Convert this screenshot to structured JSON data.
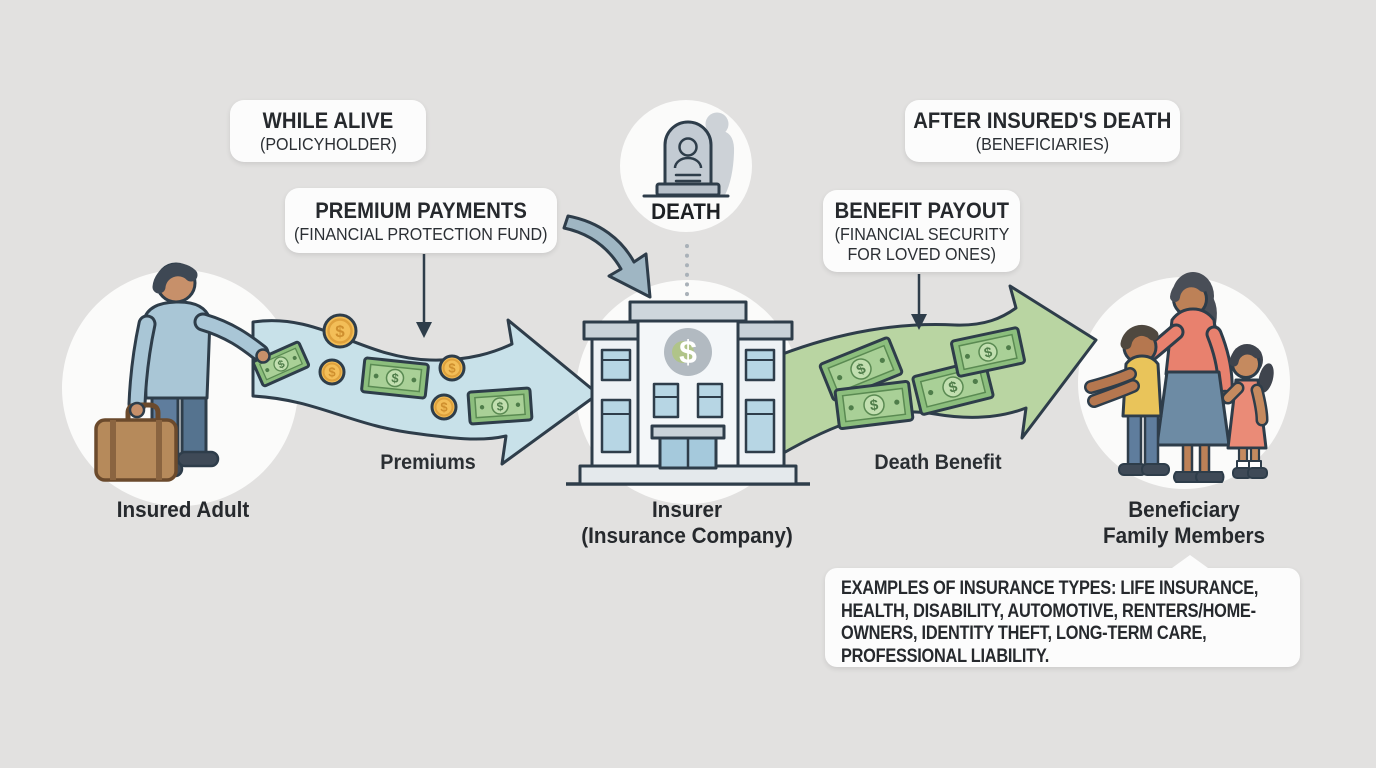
{
  "page": {
    "background": "#e2e1e0"
  },
  "symbols": {
    "dollar": "$"
  },
  "colors": {
    "background": "#e2e1e0",
    "outline": "#2e3d4a",
    "premium_flow_blue": "#c8e1e9",
    "benefit_flow_green": "#b9d5a2",
    "bill_green": "#8cbe7d",
    "coin_gold": "#f3be58",
    "callout_bg": "#fcfcfc",
    "text": "#26292d"
  },
  "callouts": {
    "while_alive": {
      "title": "WHILE ALIVE",
      "subtitle": "(POLICYHOLDER)"
    },
    "premium_payments": {
      "title": "PREMIUM PAYMENTS",
      "subtitle": "(FINANCIAL PROTECTION FUND)"
    },
    "after_death": {
      "title": "AFTER INSURED'S DEATH",
      "subtitle": "(BENEFICIARIES)"
    },
    "benefit_payout": {
      "title": "BENEFIT PAYOUT",
      "subtitle_line1": "(FINANCIAL SECURITY",
      "subtitle_line2": "FOR LOVED ONES)"
    }
  },
  "nodes": {
    "death": {
      "label": "DEATH"
    },
    "insured": {
      "label": "Insured Adult"
    },
    "insurer": {
      "line1": "Insurer",
      "line2": "(Insurance Company)"
    },
    "beneficiary": {
      "line1": "Beneficiary",
      "line2": "Family Members"
    }
  },
  "flows": {
    "premiums": {
      "label": "Premiums"
    },
    "death_benefit": {
      "label": "Death Benefit"
    }
  },
  "examples_note": {
    "lines": [
      "EXAMPLES OF INSURANCE TYPES: LIFE INSURANCE,",
      "HEALTH, DISABILITY, AUTOMOTIVE, RENTERS/HOME-",
      "OWNERS, IDENTITY THEFT, LONG-TERM CARE,",
      "PROFESSIONAL LIABILITY."
    ]
  }
}
